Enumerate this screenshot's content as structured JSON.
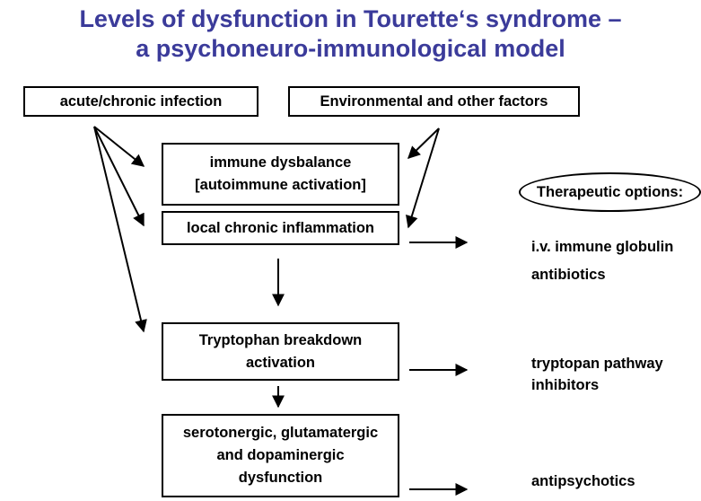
{
  "title": {
    "line1": "Levels of dysfunction in Tourette‘s syndrome –",
    "line2": "a psychoneuro-immunological model"
  },
  "boxes": {
    "infection": "acute/chronic infection",
    "environment": "Environmental and other factors",
    "immune_line1": "immune dysbalance",
    "immune_line2": "[autoimmune activation]",
    "inflammation": "local chronic inflammation",
    "tryptophan_line1": "Tryptophan breakdown",
    "tryptophan_line2": "activation",
    "neuro_line1": "serotonergic, glutamatergic",
    "neuro_line2": "and dopaminergic",
    "neuro_line3": "dysfunction"
  },
  "therapeutic": {
    "heading": "Therapeutic options:",
    "ivig": "i.v. immune globulin",
    "antibiotics": "antibiotics",
    "tryptophan_inhibitors_line1": "tryptopan pathway",
    "tryptophan_inhibitors_line2": "inhibitors",
    "antipsychotics": "antipsychotics"
  },
  "colors": {
    "title": "#3b3b9a",
    "lines": "#000000"
  }
}
